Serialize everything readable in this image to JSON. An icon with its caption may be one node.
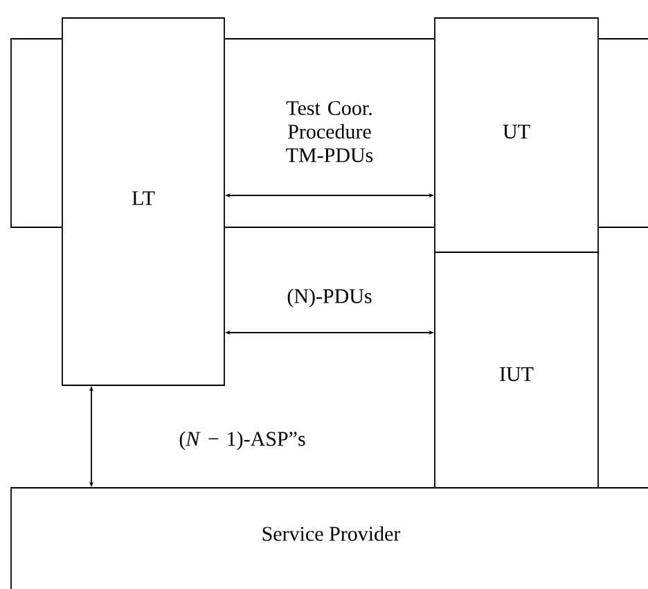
{
  "diagram": {
    "nodes": [
      {
        "text": [
          "LT"
        ]
      },
      {
        "text": [
          "UT"
        ]
      },
      {
        "text": [
          "IUT"
        ]
      },
      {
        "text": [
          "Service Provider"
        ]
      }
    ],
    "edges": [
      {
        "from": 0,
        "to": 1,
        "arrow": "both",
        "label": "Test Coor. Procedure TM-PDUs"
      },
      {
        "from": 0,
        "to": 2,
        "arrow": "both",
        "label": "(N)-PDUs"
      },
      {
        "from": 0,
        "to": 3,
        "arrow": "both",
        "label": "(*N* − 1)-ASP”s"
      }
    ]
  }
}
